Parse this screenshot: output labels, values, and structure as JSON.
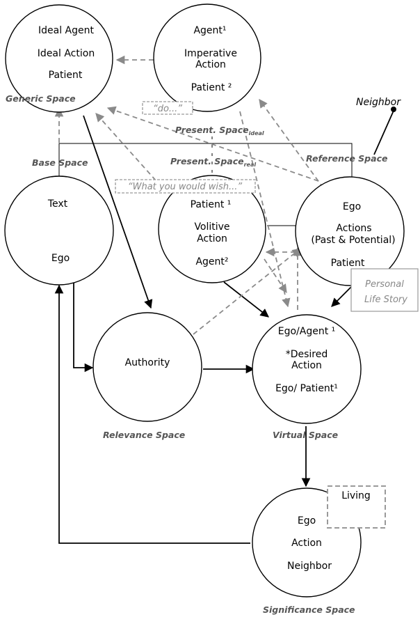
{
  "generic": {
    "lines": [
      "Ideal Agent",
      "Ideal  Action",
      "Patient"
    ],
    "label": "Generic Space"
  },
  "present_ideal": {
    "lines": [
      "Agent¹",
      "Imperative",
      "Action",
      "Patient ²"
    ],
    "label": "Present. Space",
    "sub": "ideal"
  },
  "present_real": {
    "lines": [
      "Patient ¹",
      "Volitive",
      "Action",
      "Agent²"
    ],
    "label": "Present. Space",
    "sub": "real"
  },
  "base": {
    "lines": [
      "Text",
      "Ego"
    ],
    "label": "Base Space"
  },
  "reference": {
    "lines": [
      "Ego",
      "Actions",
      "(Past & Potential)",
      "Patient"
    ],
    "label": "Reference Space"
  },
  "relevance": {
    "lines": [
      "Authority"
    ],
    "label": "Relevance Space"
  },
  "virtual": {
    "lines": [
      "Ego/Agent ¹",
      "*Desired",
      "Action",
      "Ego/ Patient¹"
    ],
    "label": "Virtual Space"
  },
  "significance": {
    "lines": [
      "Ego",
      "Action",
      "Neighbor"
    ],
    "label": "Significance Space"
  },
  "neighbor_label": "Neighbor",
  "boxes": {
    "do": "“do...”",
    "wish": "“What you would wish...”",
    "story": [
      "Personal",
      "Life Story"
    ],
    "living": "Living"
  },
  "colors": {
    "solid_line": "#000000",
    "dashed_line": "#8a8a8a",
    "label_text": "#555555",
    "box_text": "#888888"
  }
}
